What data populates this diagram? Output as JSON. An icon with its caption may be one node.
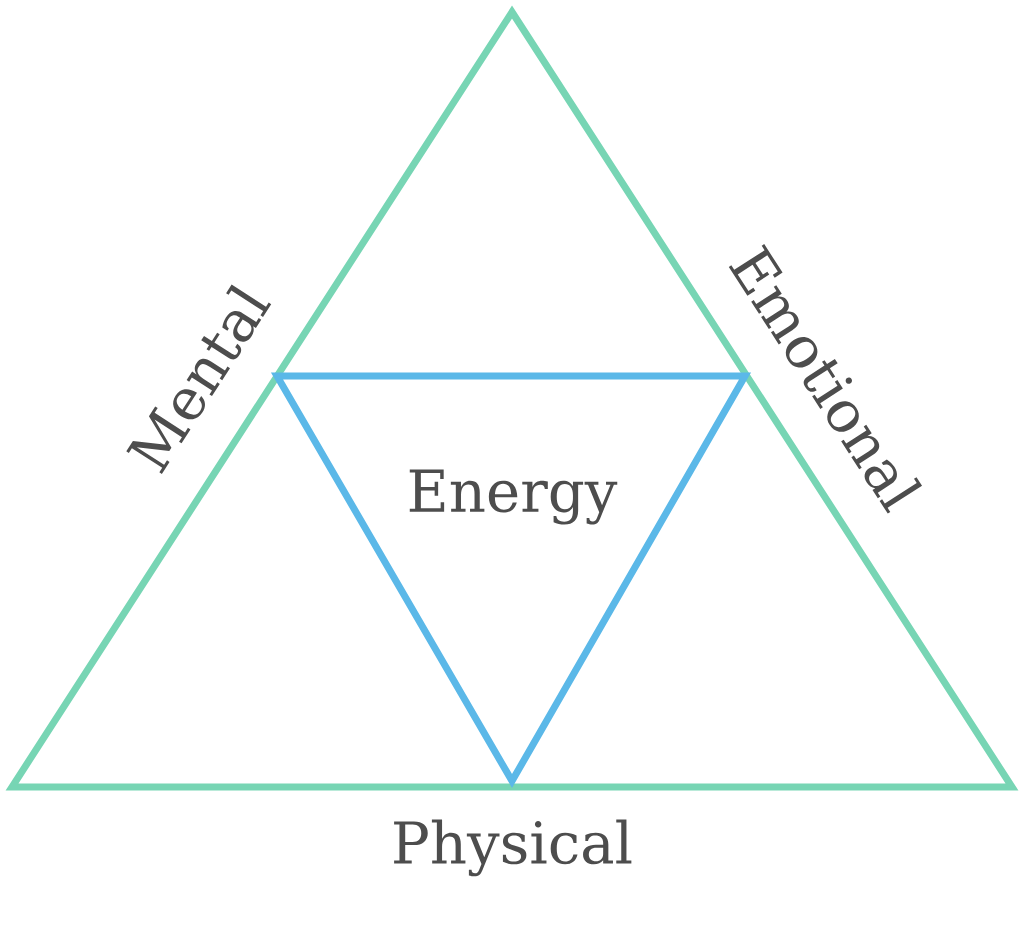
{
  "diagram": {
    "nodes": [
      {
        "text": [],
        "shape": "triangle",
        "beside": [
          "Mental",
          "Emotional",
          "Physical"
        ]
      },
      {
        "text": [
          "Energy"
        ],
        "in": 0
      }
    ]
  }
}
